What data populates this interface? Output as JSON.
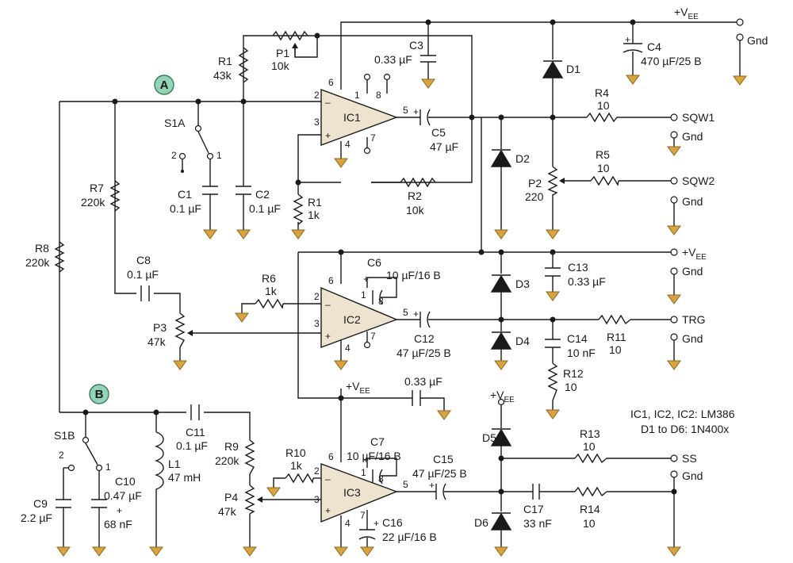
{
  "nodes": {
    "a": "A",
    "b": "B"
  },
  "power": {
    "vee_top": "+VEE",
    "gnd_top": "Gnd",
    "vee_mid": "+VEE",
    "vee_ic3": "+VEE",
    "vee_d5": "+VEE"
  },
  "outputs": {
    "sqw1": "SQW1",
    "sqw2": "SQW2",
    "trg": "TRG",
    "ss": "SS",
    "gnd1": "Gnd",
    "gnd2": "Gnd",
    "gnd3": "Gnd",
    "gnd4": "Gnd",
    "gnd5": "Gnd"
  },
  "ics": {
    "ic1": "IC1",
    "ic2": "IC2",
    "ic3": "IC3",
    "pins": {
      "p1": "1",
      "p2": "2",
      "p3": "3",
      "p4": "4",
      "p5": "5",
      "p6": "6",
      "p7": "7",
      "p8": "8"
    }
  },
  "components": {
    "r1a": "R1",
    "r1a_val": "43k",
    "r1b": "R1",
    "r1b_val": "1k",
    "r2": "R2",
    "r2_val": "10k",
    "r4": "R4",
    "r4_val": "10",
    "r5": "R5",
    "r5_val": "10",
    "r6": "R6",
    "r6_val": "1k",
    "r7": "R7",
    "r7_val": "220k",
    "r8": "R8",
    "r8_val": "220k",
    "r9": "R9",
    "r9_val": "220k",
    "r10": "R10",
    "r10_val": "1k",
    "r11": "R11",
    "r11_val": "10",
    "r12": "R12",
    "r12_val": "10",
    "r13": "R13",
    "r13_val": "10",
    "r14": "R14",
    "r14_val": "10",
    "p1": "P1",
    "p1_val": "10k",
    "p2": "P2",
    "p2_val": "220",
    "p3": "P3",
    "p3_val": "47k",
    "p4": "P4",
    "p4_val": "47k",
    "c1": "C1",
    "c1_val": "0.1 µF",
    "c2": "C2",
    "c2_val": "0.1 µF",
    "c3": "C3",
    "c3_val": "0.33 µF",
    "c4": "C4",
    "c4_val": "470 µF/25 B",
    "c5": "C5",
    "c5_val": "47 µF",
    "c6": "C6",
    "c6_val": "10 µF/16 B",
    "c7": "C7",
    "c7_val": "10 µF/16 B",
    "c8": "C8",
    "c8_val": "0.1 µF",
    "c9": "C9",
    "c9_val": "2.2 µF",
    "c10": "C10",
    "c10_val": "0.47 µF",
    "c10_val2": "68 nF",
    "c11": "C11",
    "c11_val": "0.1 µF",
    "c12": "C12",
    "c12_val": "47 µF/25 B",
    "c13": "C13",
    "c13_val": "0.33 µF",
    "c14": "C14",
    "c14_val": "10 nF",
    "c15": "C15",
    "c15_val": "47 µF/25 B",
    "c16": "C16",
    "c16_val": "22 µF/16 B",
    "c17": "C17",
    "c17_val": "33 nF",
    "c_ic3": "0.33 µF",
    "l1": "L1",
    "l1_val": "47 mH",
    "d1": "D1",
    "d2": "D2",
    "d3": "D3",
    "d4": "D4",
    "d5": "D5",
    "d6": "D6",
    "s1a": "S1A",
    "s1b": "S1B",
    "sw_1": "1",
    "sw_2": "2",
    "plus": "+",
    "minus": "–"
  },
  "notes": {
    "line1": "IC1, IC2, IC2: LM386",
    "line2": "D1 to D6: 1N400x"
  },
  "colors": {
    "background": "#ffffff",
    "wire": "#1a1a1a",
    "ground": "#d9a440",
    "amplifier": "#ede3cf",
    "node_marker": "#93d3b8"
  }
}
